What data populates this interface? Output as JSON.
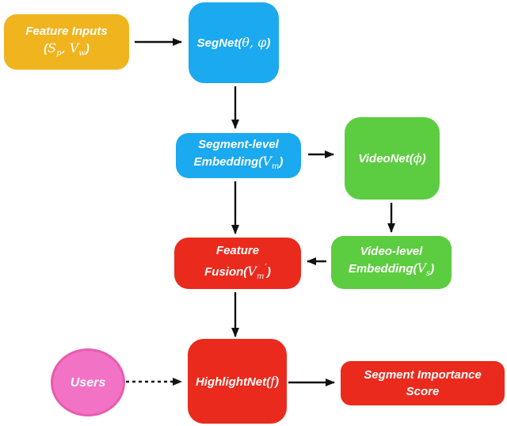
{
  "colors": {
    "background": "#FFFFFF",
    "box_yellow": "#F0B41E",
    "box_blue": "#1BA9F0",
    "box_green": "#5CCD40",
    "box_red": "#EA2A1C",
    "ellipse_pink": "#F272C6",
    "ellipse_pink_border": "#E75CAD",
    "arrow_black": "#111111",
    "text_white": "#FFFFFF"
  },
  "nodes": {
    "feature_inputs": {
      "line1": "Feature Inputs",
      "open": "(",
      "var1": "S",
      "sub1": "p",
      "comma": ", ",
      "var2": "V",
      "sub2": "w",
      "close": ")"
    },
    "segnet": {
      "prefix": "SegNet(",
      "theta": "θ",
      "comma": ", ",
      "phi": "φ",
      "close": ")"
    },
    "seg_embedding": {
      "line1": "Segment-level",
      "prefix": "Embedding(",
      "var": "V",
      "sub": "m",
      "close": ")"
    },
    "videonet": {
      "prefix": "VideoNet(",
      "phi": "ϕ",
      "close": ")"
    },
    "fusion": {
      "line1": "Feature",
      "prefix": "Fusion(",
      "var": "V",
      "sub": "m",
      "prime": "′",
      "close": ")"
    },
    "video_embedding": {
      "line1": "Video-level",
      "prefix": "Embedding(",
      "var": "V",
      "sub": "s",
      "close": ")"
    },
    "users": {
      "label": "Users"
    },
    "highlightnet": {
      "prefix": "HighlightNet(",
      "f": "f",
      "close": ")"
    },
    "importance": {
      "line1": "Segment Importance",
      "line2": "Score"
    }
  }
}
